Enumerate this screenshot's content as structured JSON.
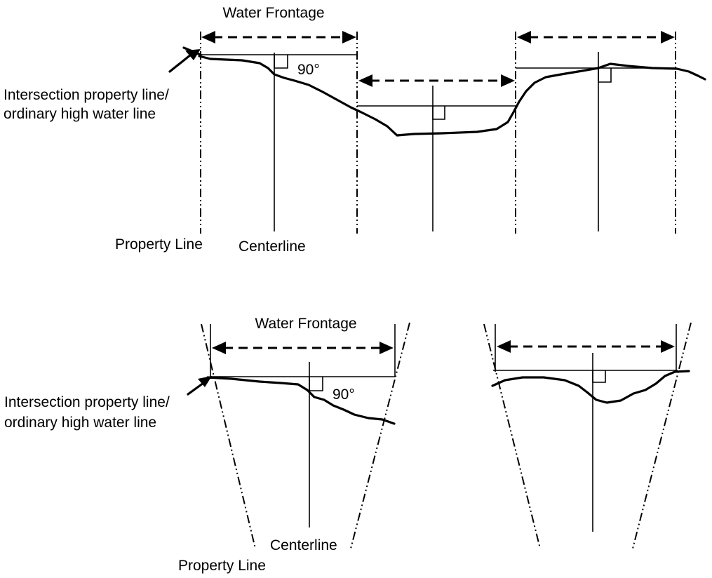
{
  "top_diagram": {
    "frontage_label": "Water Frontage",
    "angle_label": "90°",
    "intersection_label_line1": "Intersection property line/",
    "intersection_label_line2": "ordinary high water line",
    "property_line_label": "Property Line",
    "centerline_label": "Centerline"
  },
  "bottom_diagram": {
    "frontage_label": "Water Frontage",
    "angle_label": "90°",
    "intersection_label_line1": "Intersection property line/",
    "intersection_label_line2": "ordinary high water line",
    "centerline_label": "Centerline",
    "property_line_label": "Property Line"
  }
}
